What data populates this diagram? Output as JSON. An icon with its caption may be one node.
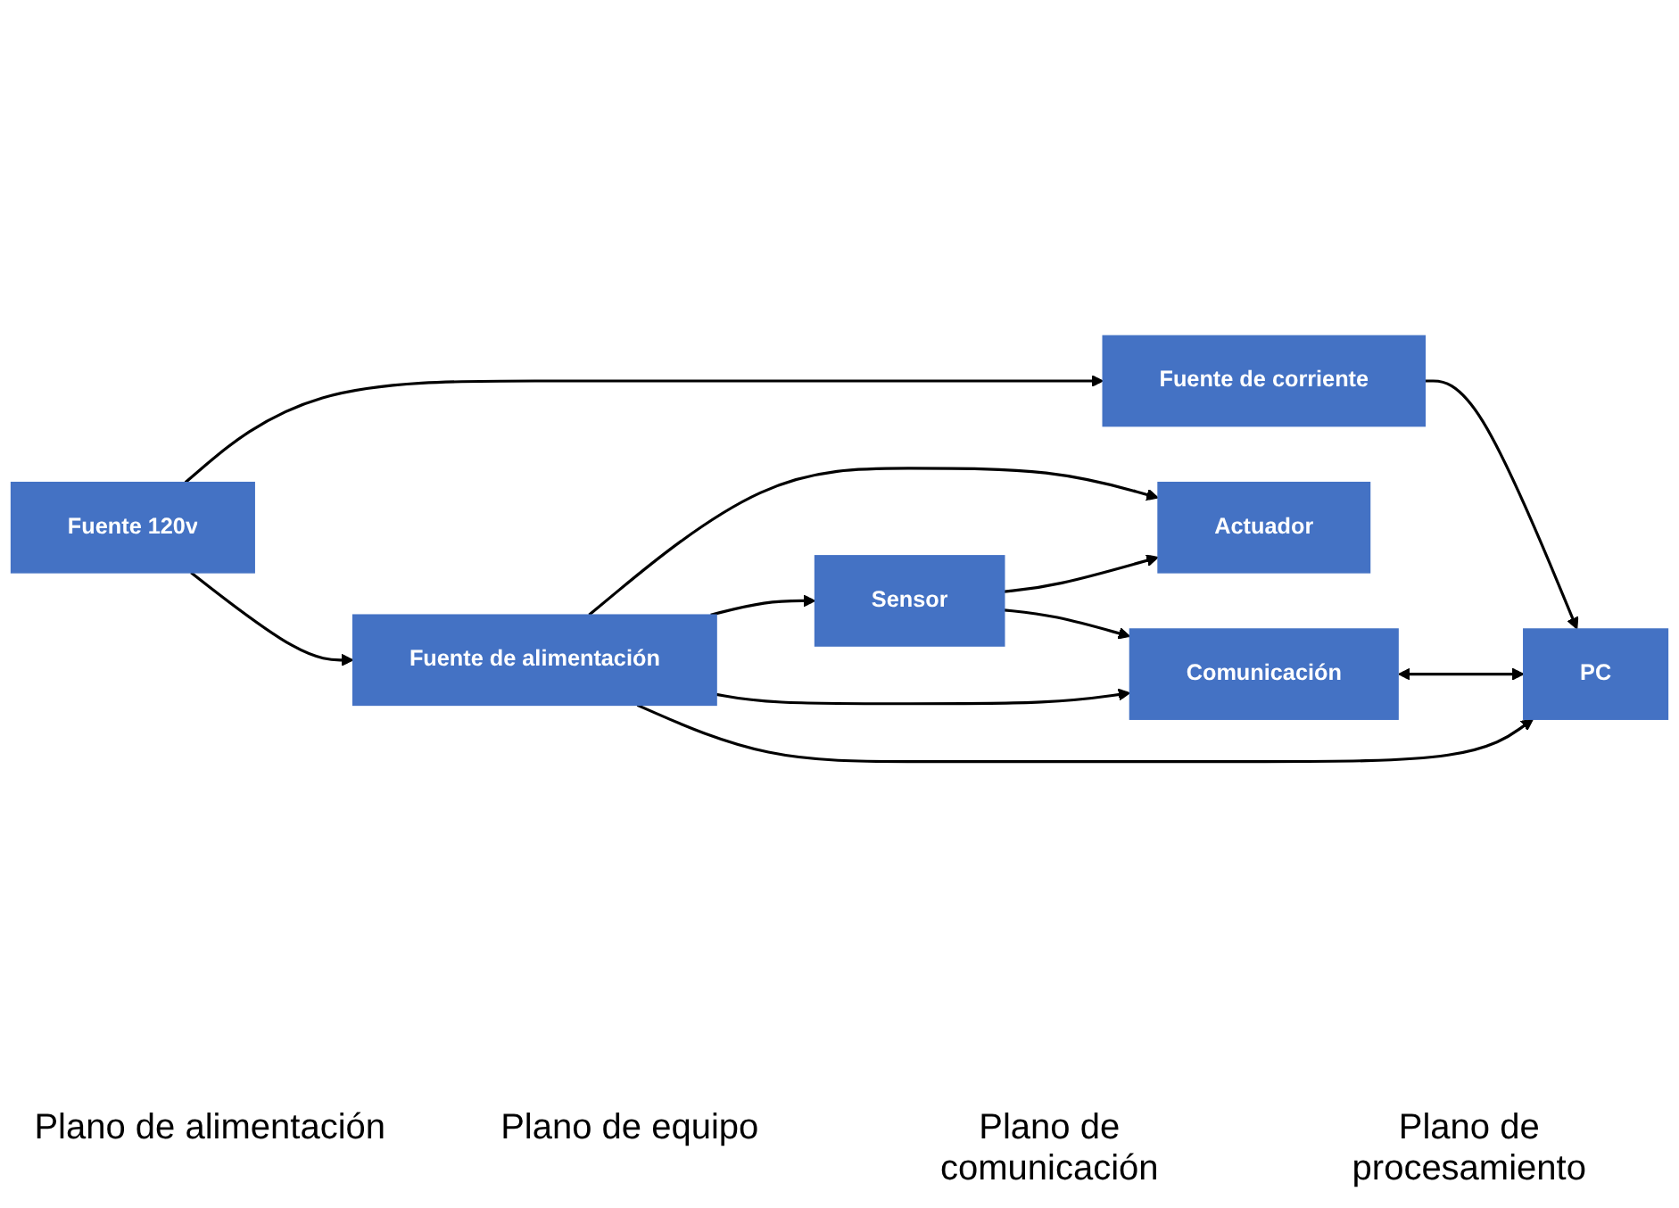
{
  "diagram": {
    "nodes": [
      {
        "text": [
          "Fuente de corriente"
        ]
      },
      {
        "text": [
          "Fuente 120v"
        ]
      },
      {
        "text": [
          "Fuente de alimentación"
        ]
      },
      {
        "text": [
          "Actuador"
        ]
      },
      {
        "text": [
          "Sensor"
        ]
      },
      {
        "text": [
          "Comunicación"
        ]
      },
      {
        "text": [
          "PC"
        ]
      }
    ],
    "edges": [
      {
        "from": 0,
        "to": 6,
        "arrow": "to"
      },
      {
        "from": 1,
        "to": 0,
        "arrow": "to"
      },
      {
        "from": 1,
        "to": 2,
        "arrow": "to"
      },
      {
        "from": 2,
        "to": 3,
        "arrow": "to"
      },
      {
        "from": 2,
        "to": 4,
        "arrow": "to"
      },
      {
        "from": 2,
        "to": 5,
        "arrow": "to"
      },
      {
        "from": 2,
        "to": 6,
        "arrow": "to"
      },
      {
        "from": 4,
        "to": 3,
        "arrow": "to"
      },
      {
        "from": 4,
        "to": 5,
        "arrow": "to"
      },
      {
        "from": 5,
        "to": 6,
        "arrow": "both"
      }
    ],
    "labels": [
      "Plano de alimentación",
      "Plano de equipo",
      "Plano de comunicación",
      "Plano de procesamiento"
    ]
  }
}
